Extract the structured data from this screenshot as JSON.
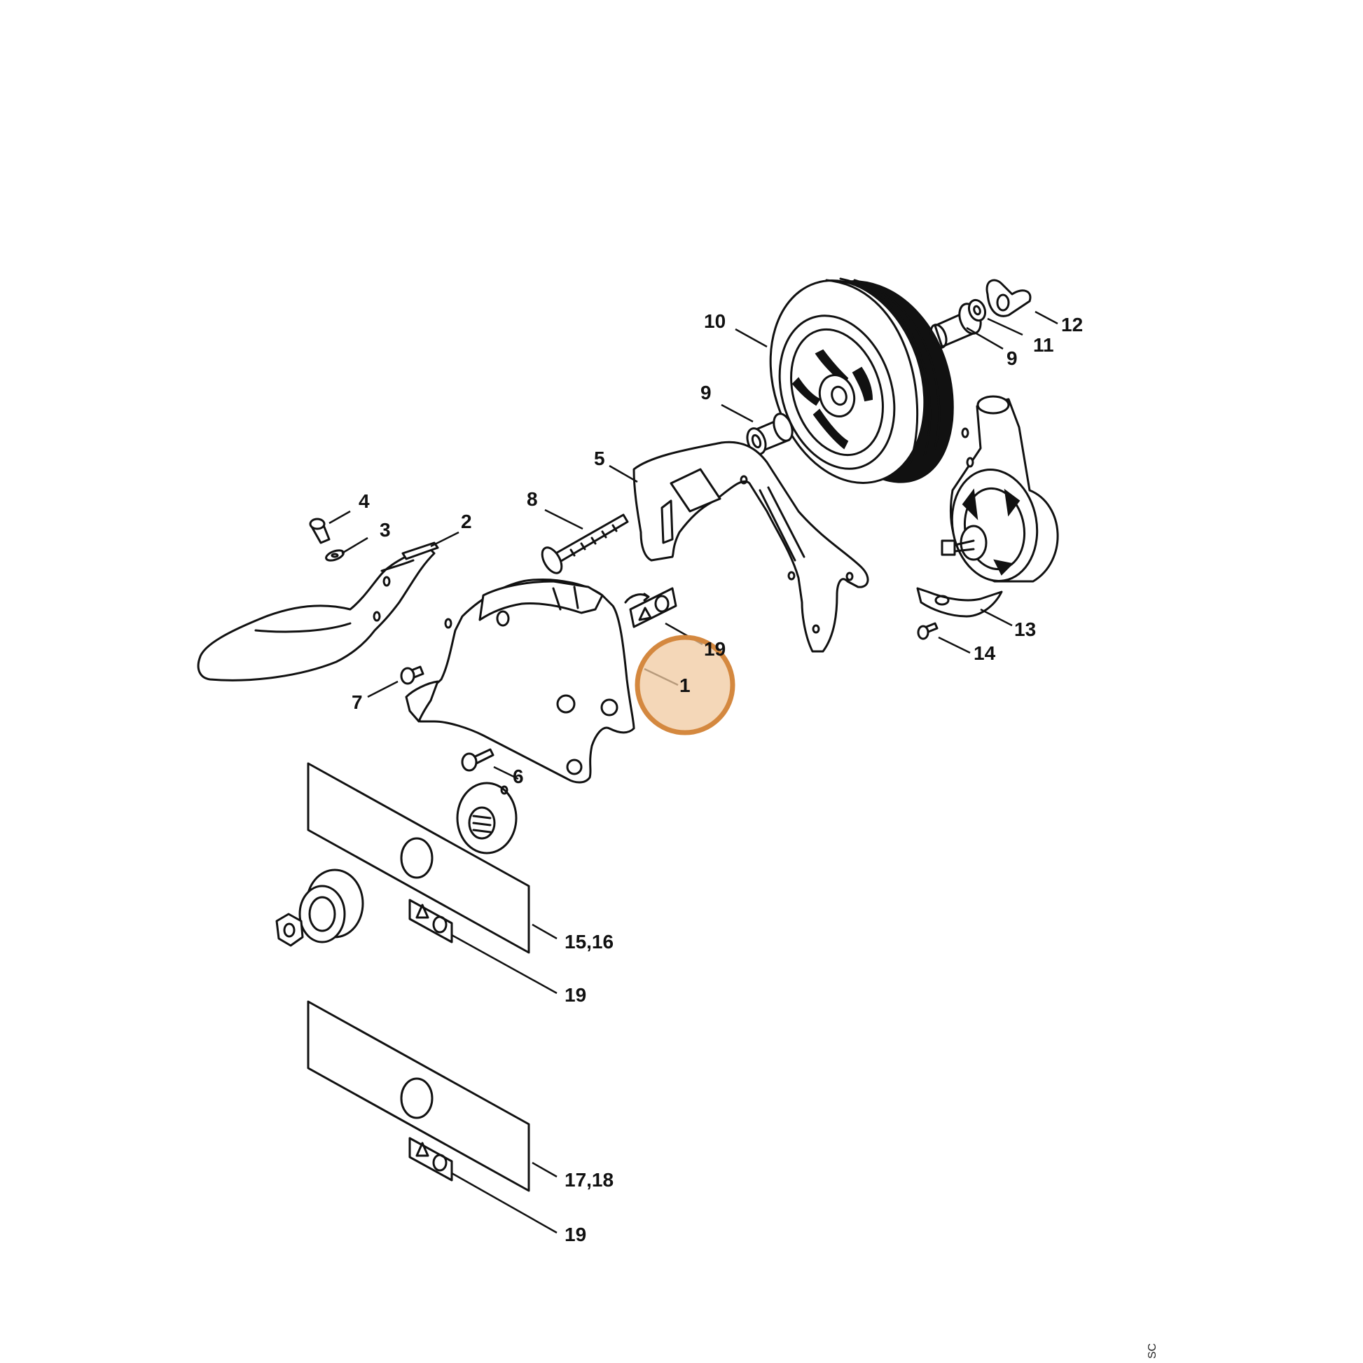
{
  "labels": {
    "l1": "1",
    "l2": "2",
    "l3": "3",
    "l4": "4",
    "l5": "5",
    "l6": "6",
    "l7": "7",
    "l8": "8",
    "l9a": "9",
    "l9b": "9",
    "l10": "10",
    "l11": "11",
    "l12": "12",
    "l13": "13",
    "l14": "14",
    "l15_16": "15,16",
    "l17_18": "17,18",
    "l19a": "19",
    "l19b": "19",
    "l19c": "19"
  },
  "corner_code": "SC",
  "highlight": {
    "color": "#d4883f",
    "fill": "#f0c9a0",
    "label_ref": "1"
  },
  "icons": {
    "warning_decal": "warning-triangle-icon"
  }
}
